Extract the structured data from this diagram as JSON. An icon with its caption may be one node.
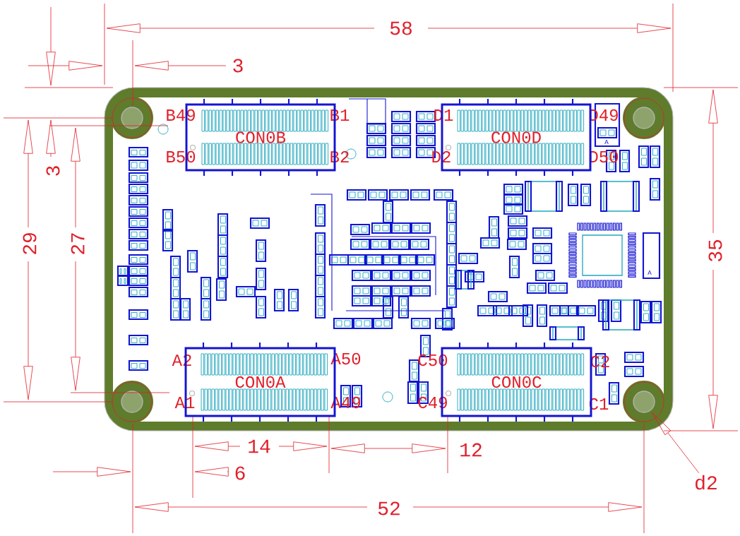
{
  "diagram": {
    "nodes": [
      {
        "text": [
          "CON0B"
        ]
      },
      {
        "text": [
          "CON0D"
        ]
      },
      {
        "text": [
          "CON0A"
        ]
      },
      {
        "text": [
          "CON0C"
        ]
      },
      {
        "text": [],
        "shape": "circle"
      },
      {
        "text": [
          "d2"
        ]
      }
    ],
    "edges": [
      {
        "from": 5,
        "to": 4,
        "arrow": "to"
      }
    ],
    "labels": [
      "58",
      "3",
      "B49",
      "B1",
      "D1",
      "D49",
      "A",
      "3",
      "B50",
      "B2",
      "D2",
      "D50",
      "29",
      "27",
      "35",
      "A",
      "A2",
      "A50",
      "C50",
      "C2",
      "A1",
      "A49",
      "C49",
      "C1",
      "14",
      "12",
      "6",
      "52"
    ]
  }
}
